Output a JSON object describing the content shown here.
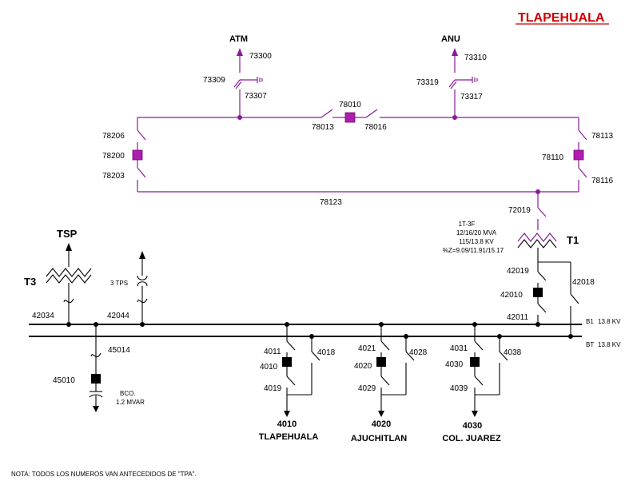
{
  "title": "TLAPEHUALA",
  "note": "NOTA: TODOS LOS NUMEROS VAN ANTECEDIDOS DE \"TPA\".",
  "lines_115kv": {
    "atm": {
      "name": "ATM",
      "disconnect_top": "73300",
      "breaker": "73309",
      "ground": "73307"
    },
    "anu": {
      "name": "ANU",
      "disconnect_top": "73310",
      "breaker": "73319",
      "ground": "73317"
    },
    "tie": {
      "breaker": "78010",
      "left_disc": "78013",
      "right_disc": "78016"
    },
    "left_bay": {
      "top_disc": "78206",
      "breaker": "78200",
      "bottom_disc": "78203"
    },
    "right_bay": {
      "top_disc": "78113",
      "breaker": "78110",
      "bottom_disc": "78116"
    },
    "bottom_link": "78123"
  },
  "transformer_t1": {
    "name": "T1",
    "hv_disc": "72019",
    "spec_lines": [
      "1T-3F",
      "12/16/20 MVA",
      "115/13.8 KV",
      "%Z=9.09/11.91/15.17"
    ],
    "disc_upper": "42019",
    "breaker": "42010",
    "disc_lower": "42011",
    "bypass": "42018"
  },
  "transformer_t3": {
    "name": "T3",
    "source": "TSP",
    "disc": "42034"
  },
  "tps": {
    "label": "3 TPS",
    "disc": "42044"
  },
  "buses": [
    {
      "name": "B1",
      "voltage": "13.8 KV"
    },
    {
      "name": "BT",
      "voltage": "13.8 KV"
    }
  ],
  "capacitor_bank": {
    "disc": "45014",
    "breaker": "45010",
    "label": [
      "BCO.",
      "1.2 MVAR"
    ]
  },
  "feeders": [
    {
      "upper": "4011",
      "breaker": "4010",
      "lower": "4019",
      "bypass": "4018",
      "id": "4010",
      "name": "TLAPEHUALA"
    },
    {
      "upper": "4021",
      "breaker": "4020",
      "lower": "4029",
      "bypass": "4028",
      "id": "4020",
      "name": "AJUCHITLAN"
    },
    {
      "upper": "4031",
      "breaker": "4030",
      "lower": "4039",
      "bypass": "4038",
      "id": "4030",
      "name": "COL. JUAREZ"
    }
  ]
}
